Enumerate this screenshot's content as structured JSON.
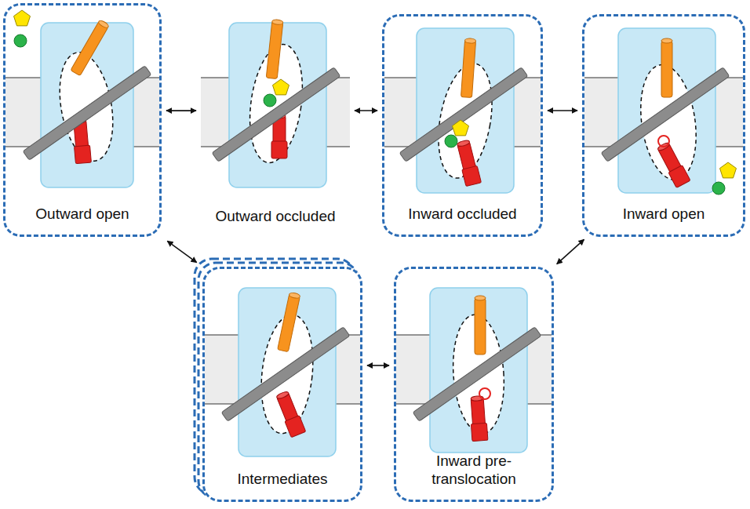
{
  "diagram": {
    "nodes": [
      {
        "text": [
          "Outward open"
        ]
      },
      {
        "text": [
          "Outward occluded"
        ]
      },
      {
        "text": [
          "Inward occluded"
        ]
      },
      {
        "text": [
          "Inward open"
        ]
      },
      {
        "text": [
          "Intermediates"
        ]
      },
      {
        "text": [
          "Inward pre-translocation"
        ]
      }
    ],
    "edges": [
      {
        "from": 0,
        "to": 1,
        "arrow": "both"
      },
      {
        "from": 1,
        "to": 2,
        "arrow": "both"
      },
      {
        "from": 2,
        "to": 3,
        "arrow": "both"
      },
      {
        "from": 3,
        "to": 5,
        "arrow": "both"
      },
      {
        "from": 5,
        "to": 4,
        "arrow": "both"
      },
      {
        "from": 4,
        "to": 0,
        "arrow": "both"
      }
    ]
  }
}
